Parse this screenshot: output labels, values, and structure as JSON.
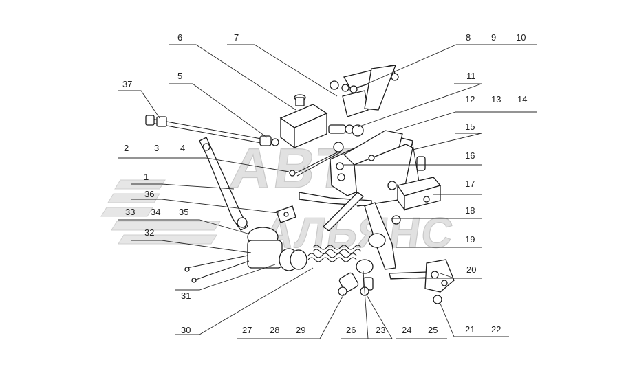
{
  "watermark": {
    "line1": "АВТО",
    "line2": "АЛЬЯНС"
  },
  "colors": {
    "line": "#1c1c1c",
    "watermark_fill": "#e1e1e1",
    "watermark_stroke": "#c9c9c9"
  },
  "callouts": {
    "c1": "1",
    "c2": "2",
    "c3": "3",
    "c4": "4",
    "c5": "5",
    "c6": "6",
    "c7": "7",
    "c8": "8",
    "c9": "9",
    "c10": "10",
    "c11": "11",
    "c12": "12",
    "c13": "13",
    "c14": "14",
    "c15": "15",
    "c16": "16",
    "c17": "17",
    "c18": "18",
    "c19": "19",
    "c20": "20",
    "c21": "21",
    "c22": "22",
    "c23": "23",
    "c24": "24",
    "c25": "25",
    "c26": "26",
    "c27": "27",
    "c28": "28",
    "c29": "29",
    "c30": "30",
    "c31": "31",
    "c32": "32",
    "c33": "33",
    "c34": "34",
    "c35": "35",
    "c36": "36",
    "c37": "37"
  }
}
